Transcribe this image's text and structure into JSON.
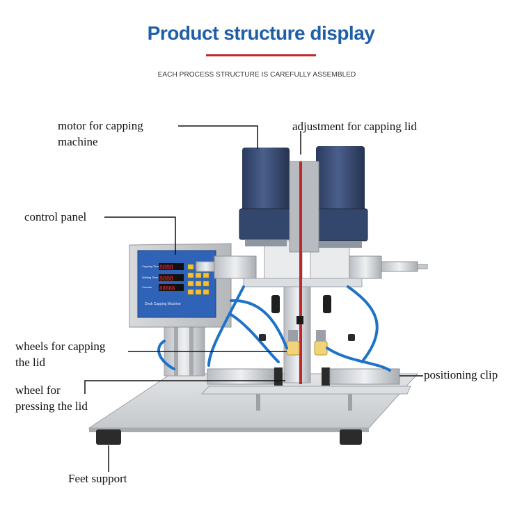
{
  "header": {
    "title": "Product structure display",
    "subtitle": "EACH PROCESS STRUCTURE IS CAREFULLY ASSEMBLED"
  },
  "labels": {
    "motor_line1": "motor for capping",
    "motor_line2": "machine",
    "adjustment": "adjustment for capping lid",
    "control_panel": "control panel",
    "wheels_line1": "wheels for capping",
    "wheels_line2": "the lid",
    "pressing_line1": "wheel for",
    "pressing_line2": "pressing the lid",
    "positioning": "positioning clip",
    "feet": "Feet support"
  },
  "control_panel_display": {
    "row1_label": "Capping Time",
    "row1_value": "8888",
    "row2_label": "Waiting Time",
    "row2_value": "8888",
    "row3_label": "Counter",
    "row3_value": "88888",
    "brand": "Desk Capping Machine"
  },
  "colors": {
    "title": "#1f5fa8",
    "title_underline": "#c0282d",
    "motor": "#3a4d73",
    "panel_blue": "#2f63b8",
    "hose_blue": "#1e73c8",
    "adjust_rod": "#d42020",
    "button_yellow": "#f2c230",
    "frame": "#c9cccf",
    "base": "#d3d6d9"
  }
}
